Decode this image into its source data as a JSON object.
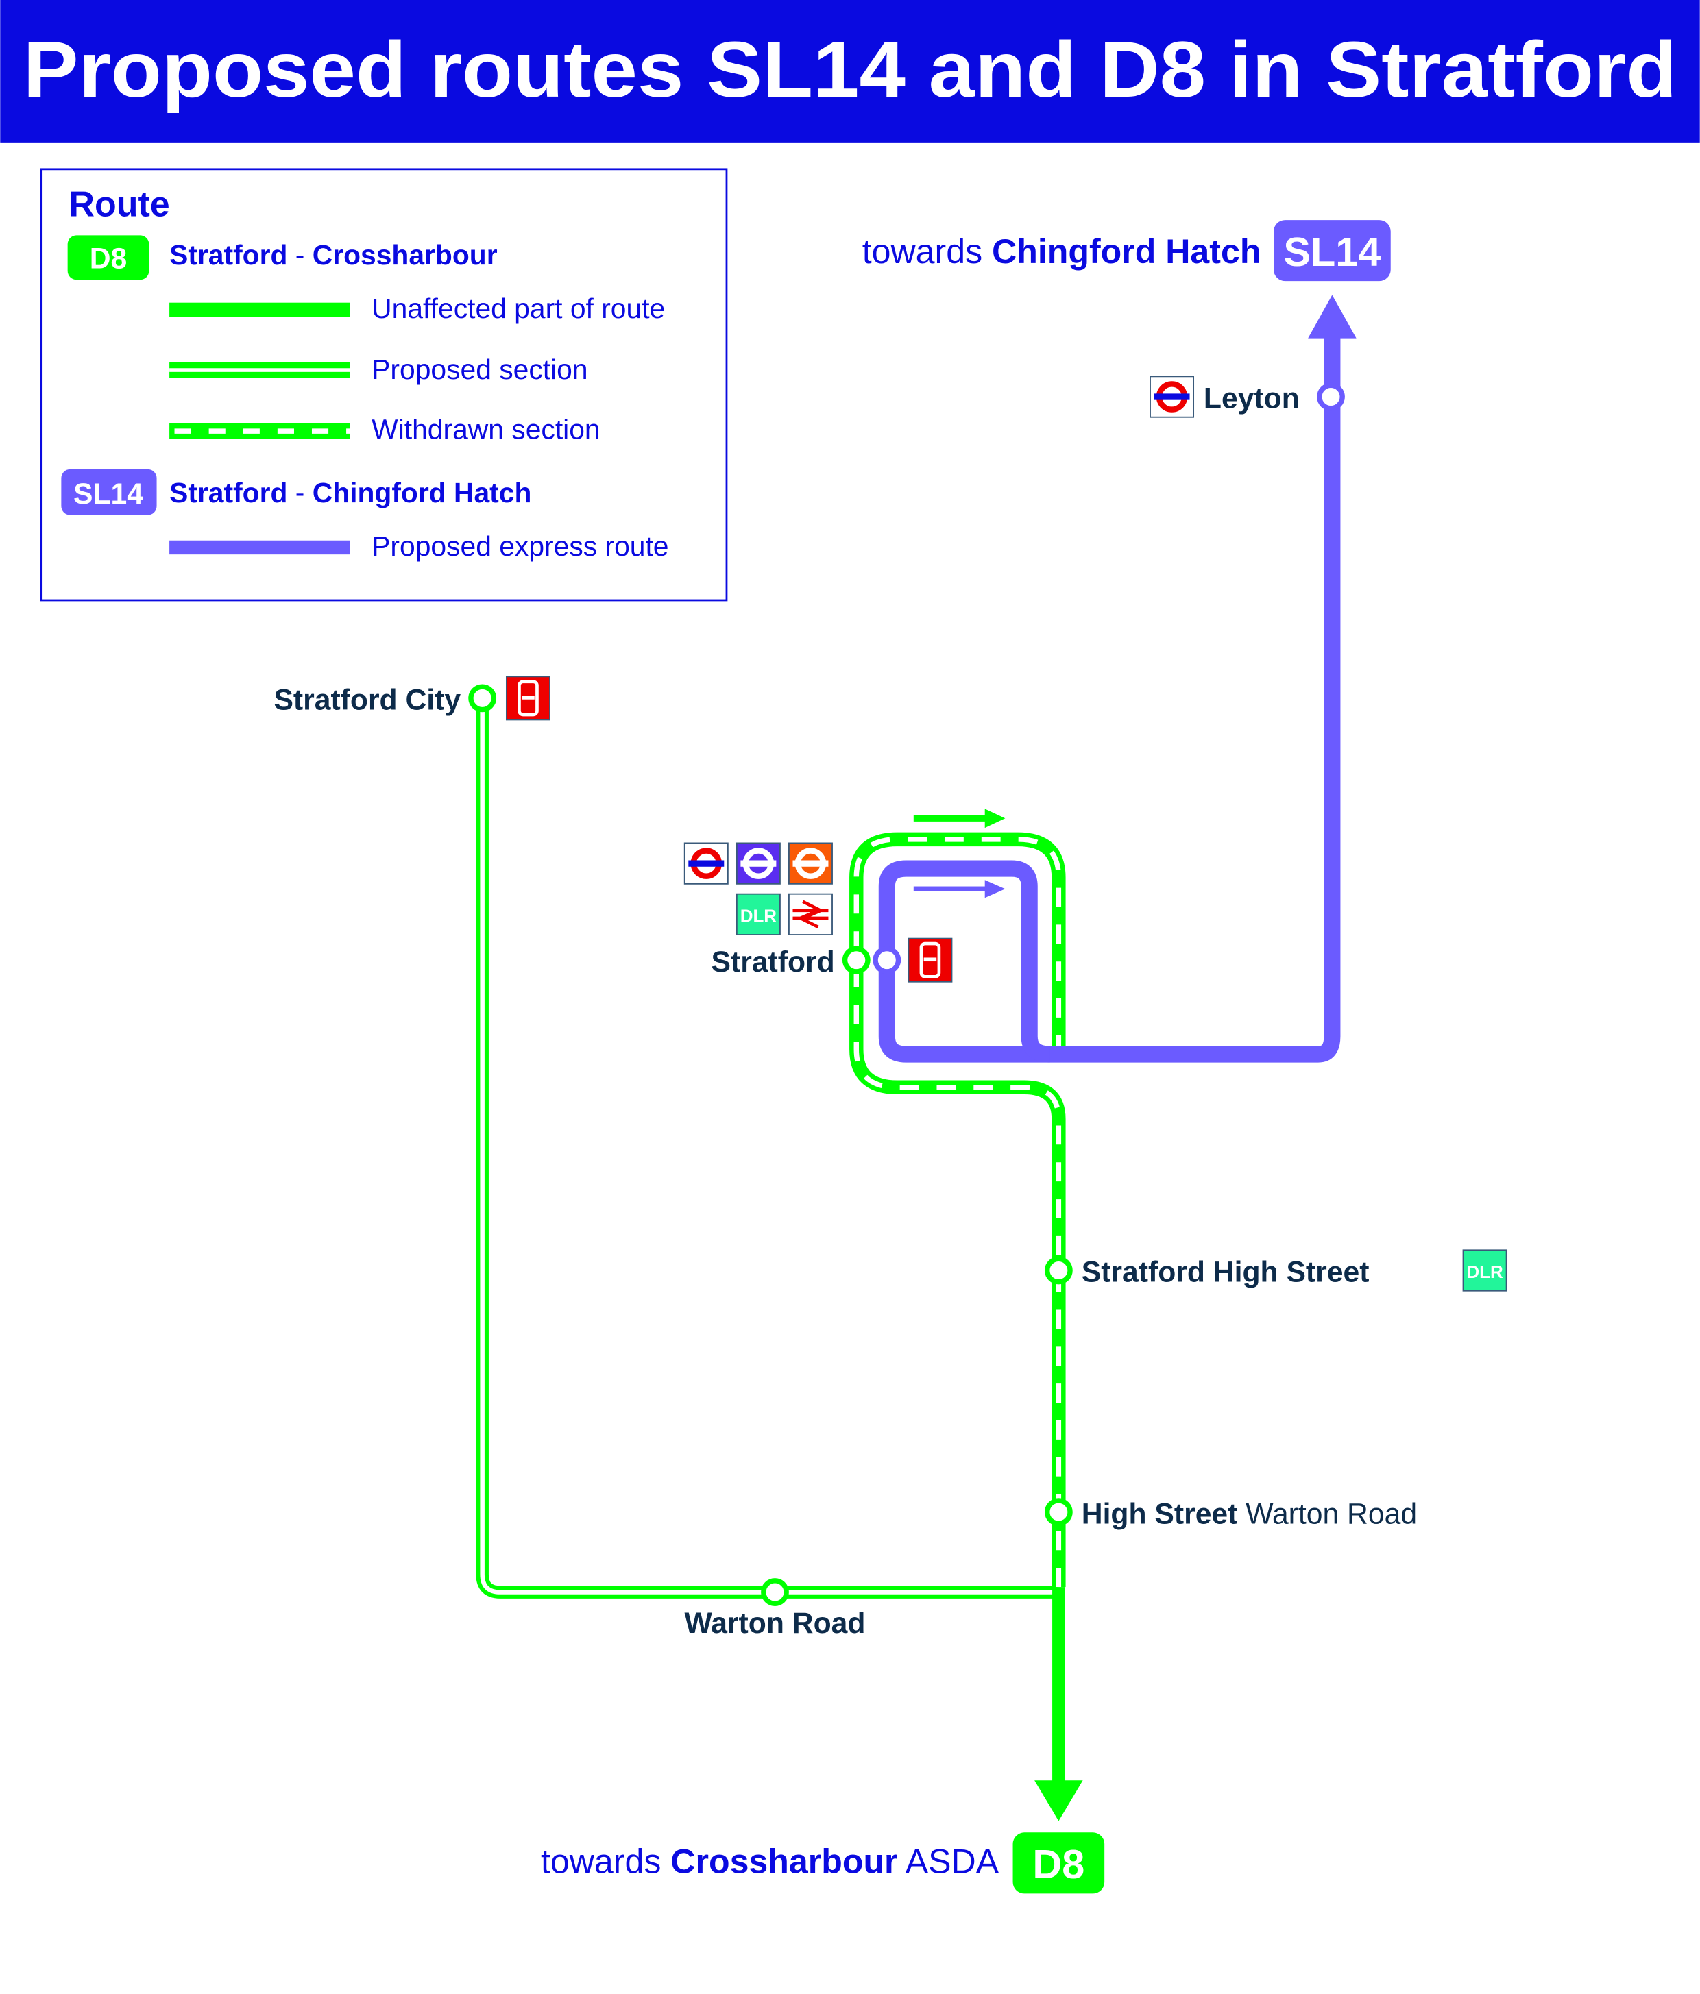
{
  "title": "Proposed routes SL14 and D8 in Stratford",
  "colors": {
    "header": "#0a0ae0",
    "d8_green": "#00ff00",
    "sl14_purple": "#6b5bff",
    "label_navy": "#0d2b4a",
    "bus_red": "#ee0000",
    "dlr_teal": "#22f59a",
    "overground_orange": "#f95a06",
    "elizabeth_purple": "#5a2df0"
  },
  "legend": {
    "heading": "Route",
    "d8": {
      "badge": "D8",
      "from": "Stratford",
      "sep": " - ",
      "to": "Crossharbour",
      "items": [
        "Unaffected part of route",
        "Proposed section",
        "Withdrawn section"
      ]
    },
    "sl14": {
      "badge": "SL14",
      "from": "Stratford",
      "sep": " - ",
      "to": "Chingford Hatch",
      "items": [
        "Proposed express route"
      ]
    }
  },
  "termini": {
    "north": {
      "prefix": "towards ",
      "name": "Chingford Hatch",
      "badge": "SL14"
    },
    "south": {
      "prefix": "towards ",
      "name": "Crossharbour",
      "suffix": " ASDA",
      "badge": "D8"
    }
  },
  "stops": {
    "leyton": {
      "name": "Leyton",
      "icons": [
        "underground-roundel"
      ]
    },
    "stratford_city": {
      "name": "Stratford City",
      "icons": [
        "bus-station"
      ]
    },
    "stratford": {
      "name": "Stratford",
      "icons": [
        "underground-roundel",
        "elizabeth-line-roundel",
        "overground-roundel",
        "dlr",
        "national-rail",
        "bus-station"
      ],
      "dlr_label": "DLR"
    },
    "stratford_high_street": {
      "name": "Stratford High Street",
      "icons": [
        "dlr"
      ],
      "dlr_label": "DLR"
    },
    "high_street": {
      "name": "High Street",
      "suffix": " Warton Road"
    },
    "warton_road": {
      "name": "Warton Road"
    }
  }
}
